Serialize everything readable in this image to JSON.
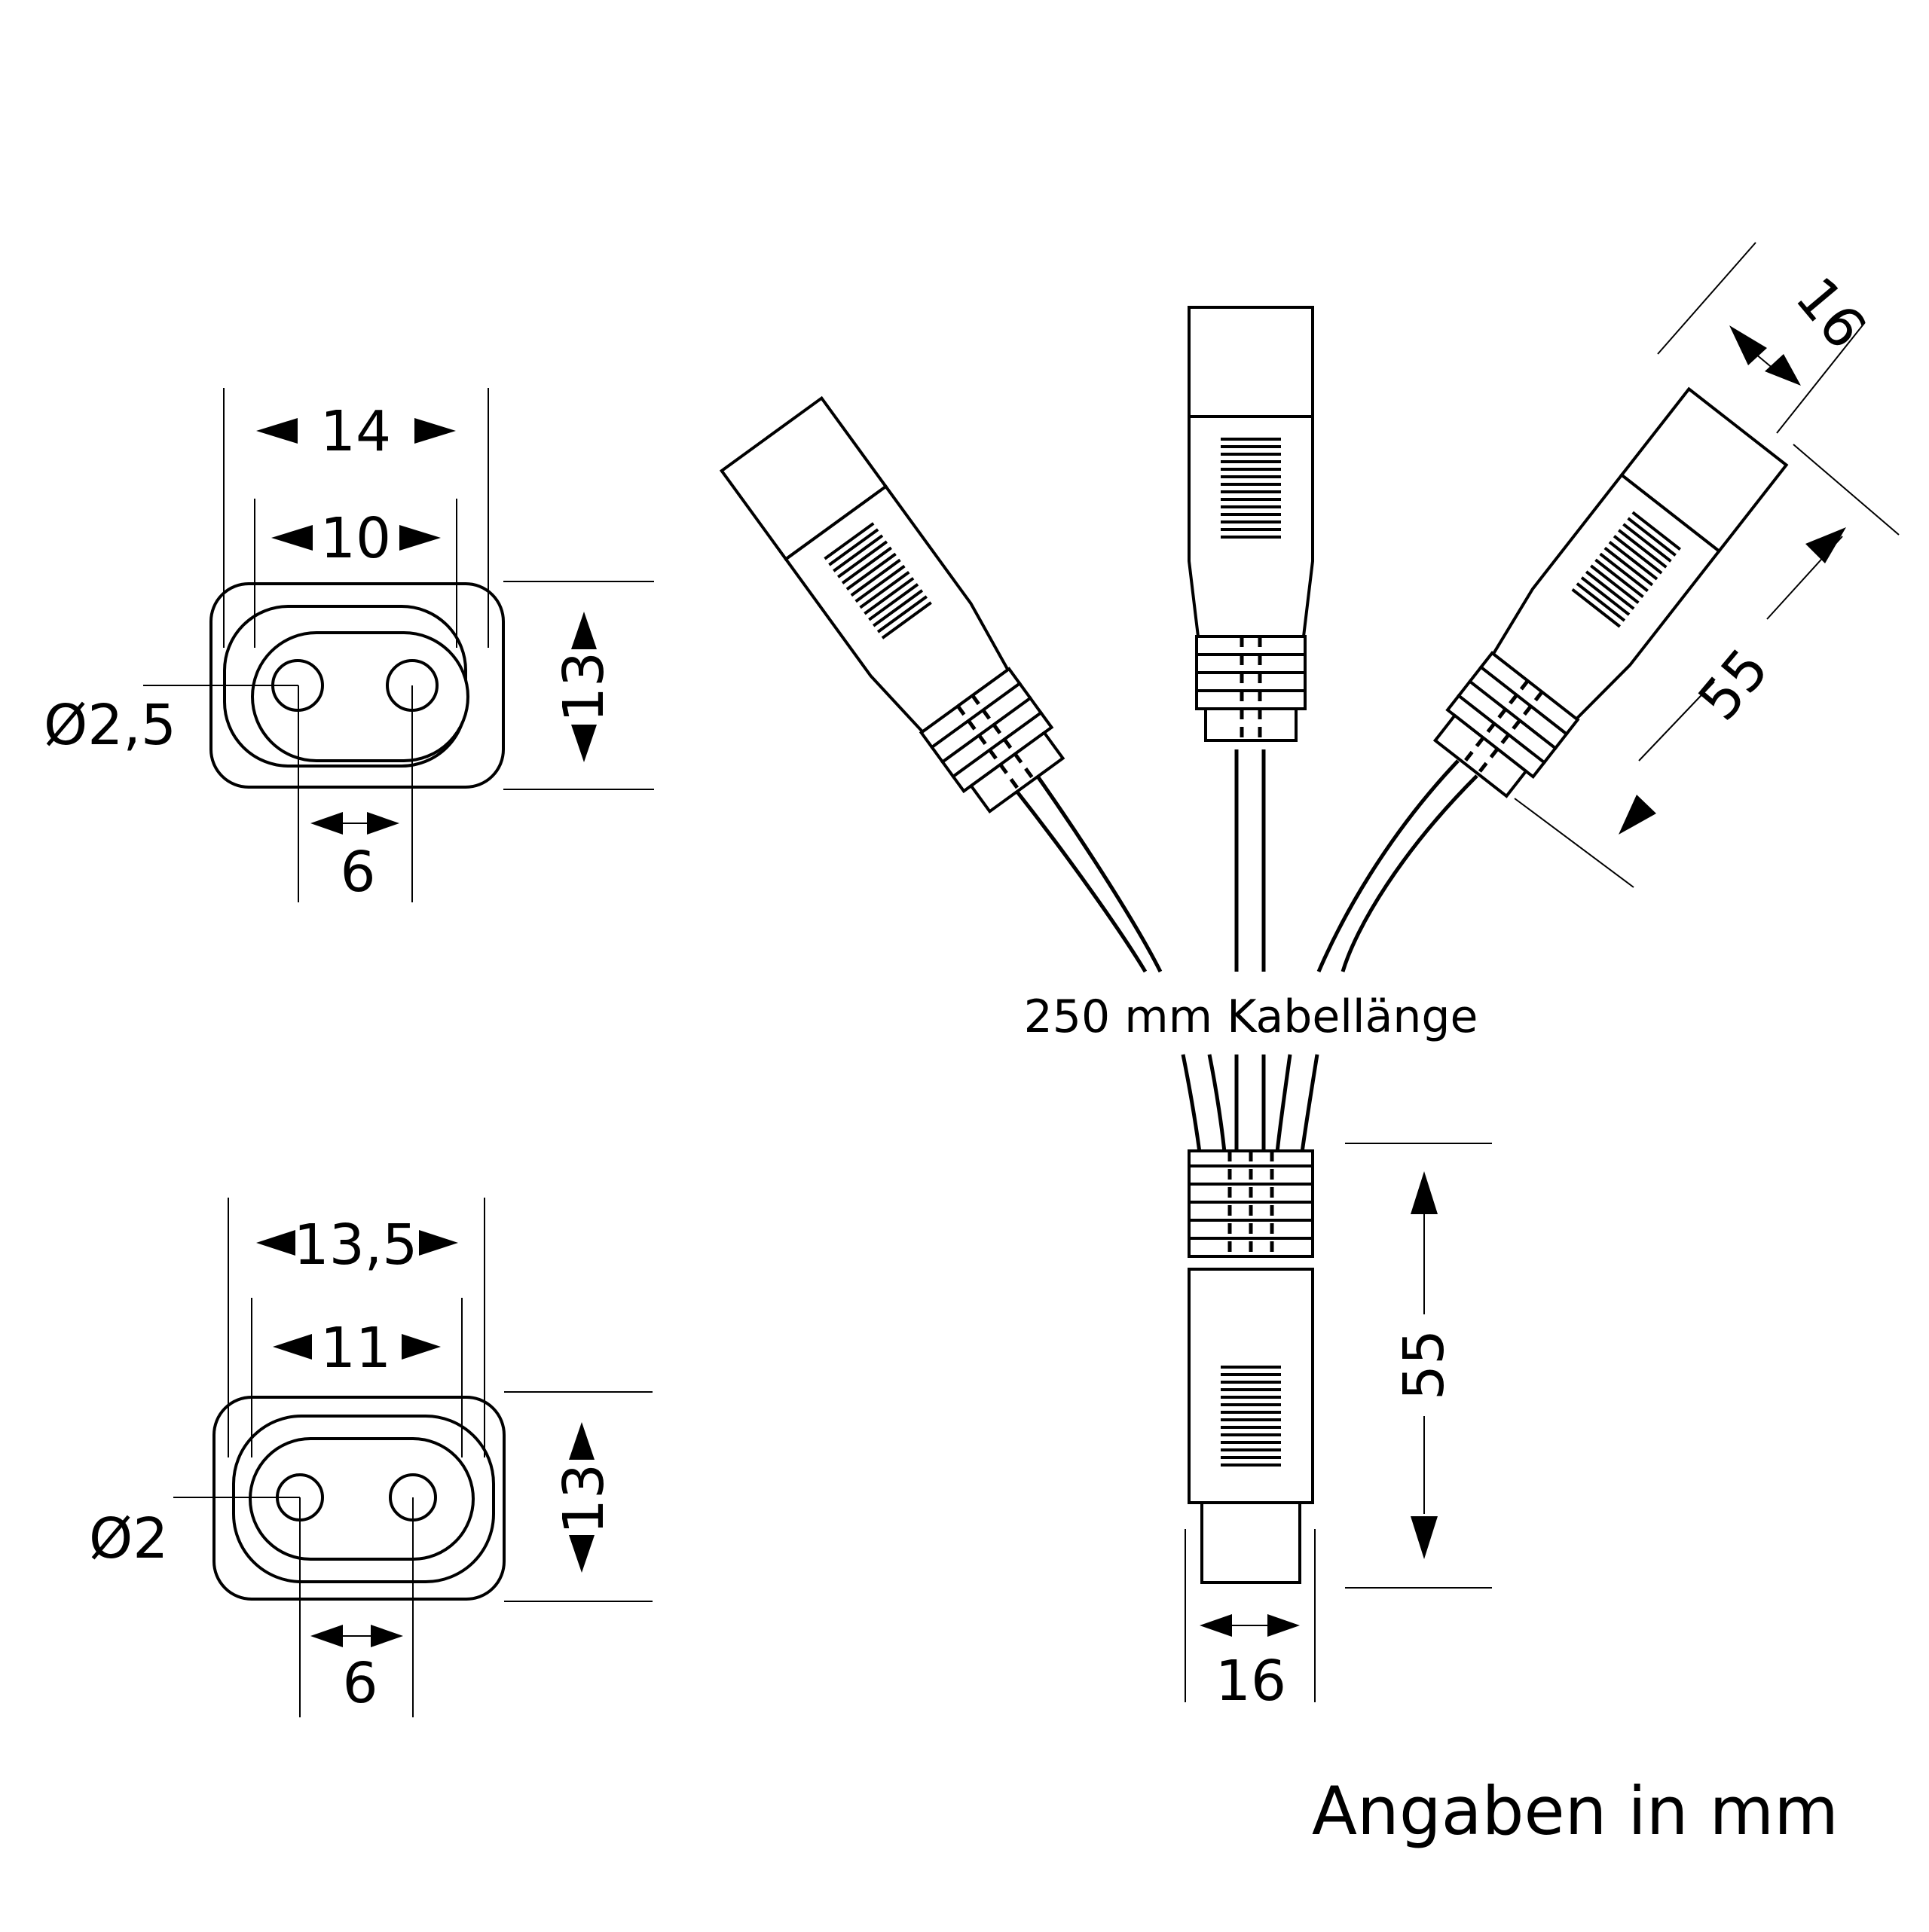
{
  "units_note": "Angaben in mm",
  "cable_length_label": "250 mm Kabellänge",
  "socket_top": {
    "outer_width": "14",
    "inner_width": "10",
    "height": "13",
    "pin_diameter": "Ø2,5",
    "pin_spacing": "6"
  },
  "socket_bottom": {
    "outer_width": "13,5",
    "inner_width": "11",
    "height": "13",
    "pin_diameter": "Ø2",
    "pin_spacing": "6"
  },
  "splitter": {
    "plug_length_angled": "55",
    "plug_width_angled": "16",
    "plug_length_bottom": "55",
    "plug_width_bottom": "16"
  }
}
